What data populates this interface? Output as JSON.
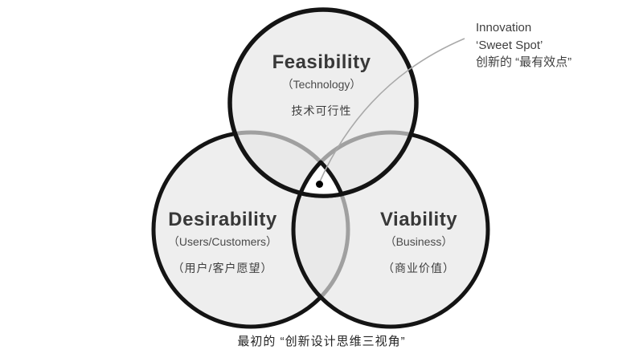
{
  "diagram": {
    "circles": [
      {
        "id": "feasibility",
        "title": "Feasibility",
        "subtitle": "（Technology）",
        "translation": "技术可行性"
      },
      {
        "id": "desirability",
        "title": "Desirability",
        "subtitle": "（Users/Customers）",
        "translation": "（用户/客户愿望）"
      },
      {
        "id": "viability",
        "title": "Viability",
        "subtitle": "（Business）",
        "translation": "（商业价值）"
      }
    ],
    "annotation": {
      "lines": [
        "Innovation",
        "‘Sweet Spot’",
        "创新的 “最有效点”"
      ]
    },
    "caption": "最初的 “创新设计思维三视角”",
    "colors": {
      "circle_stroke": "#141414",
      "circle_fill_single": "#ededed",
      "circle_fill_overlap": "#e4e4e4",
      "muted_stroke": "#999999",
      "sweet_spot_fill": "#ffffff",
      "sweet_spot_dot": "#000000",
      "leader_line": "#a9a9a9",
      "title_text": "#383838",
      "secondary_text": "#4a4a4a",
      "caption_text": "#242424"
    }
  }
}
